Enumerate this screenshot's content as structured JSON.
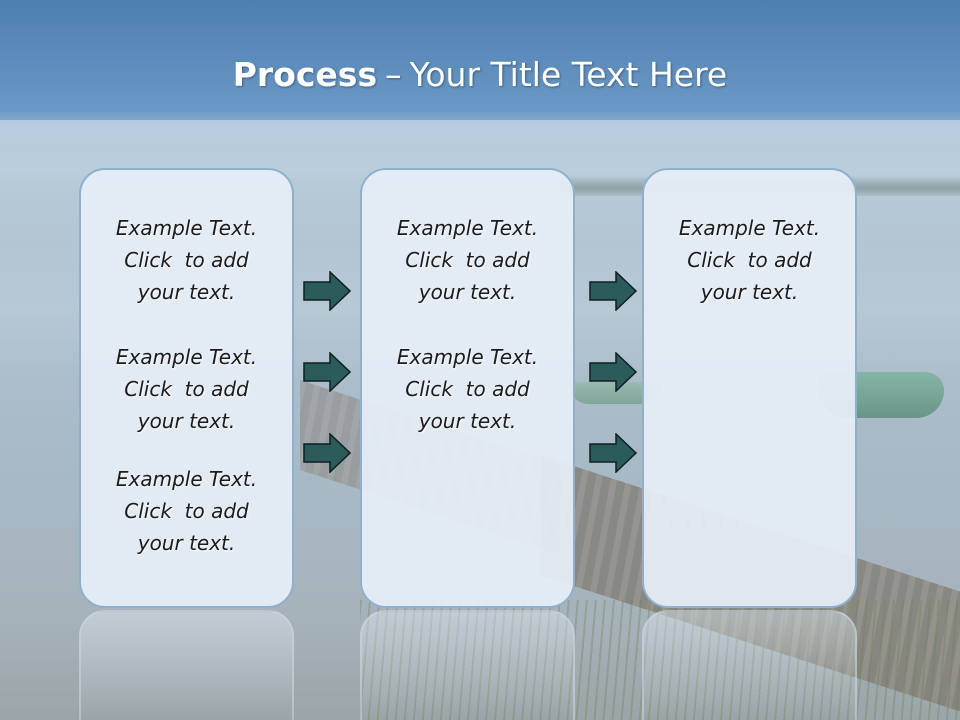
{
  "title": {
    "bold": "Process",
    "separator": "–",
    "rest": "Your Title Text Here"
  },
  "panels": [
    {
      "blocks": [
        {
          "line1": "Example Text.",
          "line2": "Click  to add",
          "line3": "your text."
        },
        {
          "line1": "Example Text.",
          "line2": "Click  to add",
          "line3": "your text."
        },
        {
          "line1": "Example Text.",
          "line2": "Click  to add",
          "line3": "your text."
        }
      ]
    },
    {
      "blocks": [
        {
          "line1": "Example Text.",
          "line2": "Click  to add",
          "line3": "your text."
        },
        {
          "line1": "Example Text.",
          "line2": "Click  to add",
          "line3": "your text."
        }
      ]
    },
    {
      "blocks": [
        {
          "line1": "Example Text.",
          "line2": "Click  to add",
          "line3": "your text."
        }
      ]
    }
  ],
  "colors": {
    "arrow_fill": "#2c5b5b",
    "arrow_stroke": "#0f1f1f",
    "panel_border": "#8fb0cc"
  },
  "icons": {
    "arrow": "right-arrow-icon"
  }
}
